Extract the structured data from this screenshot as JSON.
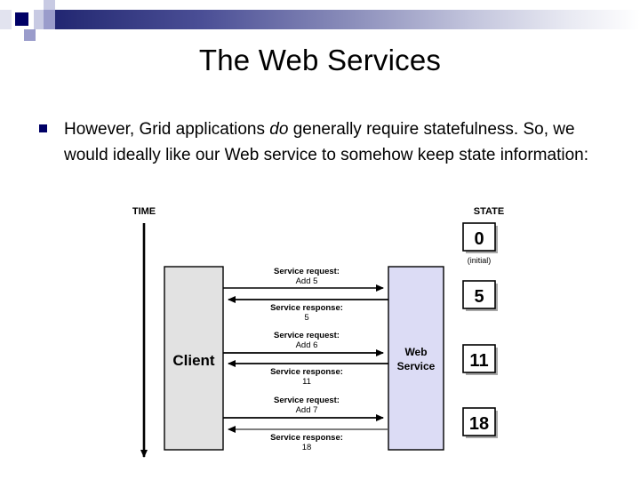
{
  "slide": {
    "title": "The Web Services",
    "bullet": {
      "part1": "However, Grid applications ",
      "emphasis": "do",
      "part2": " generally require statefulness. So, we would ideally like our Web service to somehow keep state information:"
    }
  },
  "colors": {
    "bullet_marker": "#000066",
    "band_navy": "#1b1f6e",
    "client_fill": "#e2e2e2",
    "service_fill": "#dcdcf5",
    "text": "#000000"
  },
  "diagram": {
    "time_axis_label": "TIME",
    "state_axis_label": "STATE",
    "client_label": "Client",
    "service_label_line1": "Web",
    "service_label_line2": "Service",
    "initial_note": "(initial)",
    "messages": [
      {
        "kind": "request",
        "title": "Service request:",
        "value": "Add 5"
      },
      {
        "kind": "response",
        "title": "Service response:",
        "value": "5"
      },
      {
        "kind": "request",
        "title": "Service request:",
        "value": "Add 6"
      },
      {
        "kind": "response",
        "title": "Service response:",
        "value": "11"
      },
      {
        "kind": "request",
        "title": "Service request:",
        "value": "Add 7"
      },
      {
        "kind": "response",
        "title": "Service response:",
        "value": "18"
      }
    ],
    "states": [
      {
        "value": "0",
        "note": "(initial)"
      },
      {
        "value": "5",
        "note": ""
      },
      {
        "value": "11",
        "note": ""
      },
      {
        "value": "18",
        "note": ""
      }
    ]
  }
}
